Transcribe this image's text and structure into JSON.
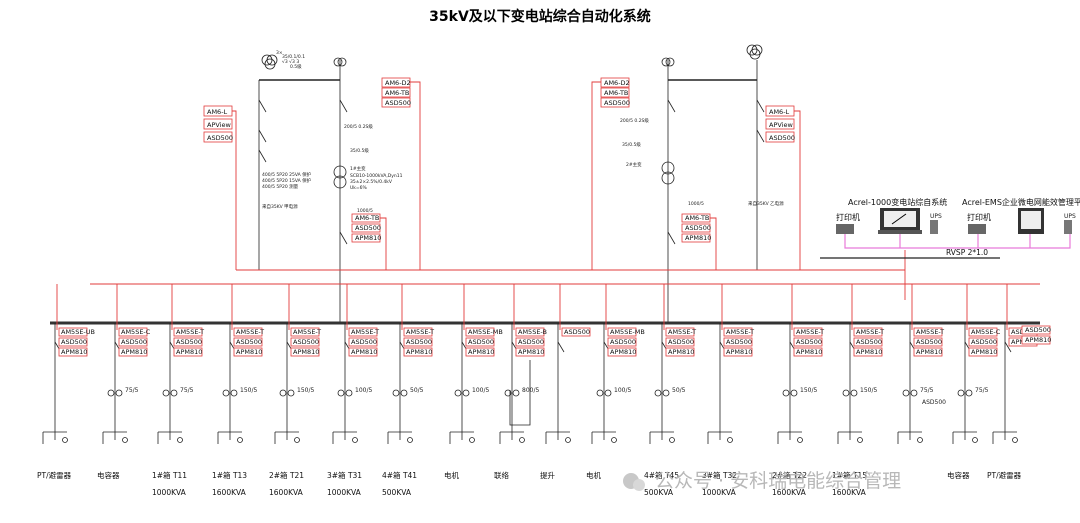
{
  "title": "35kV及以下变电站综合自动化系统",
  "incoming": {
    "left": {
      "source_label": "3×",
      "source_values": "35/0.1/0.1",
      "source_sub": "√3  √3  3",
      "source_class": "0.5级",
      "ct_label": "200/5 0.2S级",
      "pt_label": "35/0.5级",
      "transformer_name": "1#主变",
      "transformer_spec": "SCB10-1000kVA,Dyn11",
      "transformer_spec2": "35±2×2.5%/0.4kV",
      "transformer_spec3": "Uk=6%",
      "ct_out": "1000/5",
      "standby_label1": "400/5 5P20 25VA 保护",
      "standby_label2": "400/5 5P20 15VA 保护",
      "standby_label3": "400/5 5P20 测量",
      "standby_name": "来自35KV 甲电源",
      "meters_top": [
        "AM6-D2",
        "AM6-TB",
        "ASD500"
      ],
      "meters_side": [
        "AM6-L",
        "APView",
        "ASD500"
      ],
      "meters_out": [
        "AM6-TB",
        "ASD500",
        "APM810"
      ]
    },
    "right": {
      "transformer_name": "2#主变",
      "ct_label": "200/5 0.2S级",
      "pt_label": "35/0.5级",
      "ct_out": "1000/5",
      "standby_name": "来自35KV 乙电源",
      "meters_top": [
        "AM6-D2",
        "AM6-TB",
        "ASD500"
      ],
      "meters_side": [
        "AM6-L",
        "APView",
        "ASD500"
      ],
      "meters_out": [
        "AM6-TB",
        "ASD500",
        "APM810"
      ]
    }
  },
  "monitoring": {
    "system1": "Acrel-1000变电站综自系统",
    "system2": "Acrel-EMS企业微电网能效管理平台",
    "printer": "打印机",
    "ups": "UPS",
    "cable": "RVSP 2*1.0"
  },
  "feeders": [
    {
      "meters": [
        "AM5SE-UB",
        "ASD500",
        "APM810"
      ],
      "ct": "",
      "bottom": "PT/避雷器",
      "rating": ""
    },
    {
      "meters": [
        "AM5SE-C",
        "ASD500",
        "APM810"
      ],
      "ct": "75/5",
      "bottom": "电容器",
      "rating": ""
    },
    {
      "meters": [
        "AM5SE-T",
        "ASD500",
        "APM810"
      ],
      "ct": "75/5",
      "bottom": "1#箱 T11",
      "rating": "1000KVA"
    },
    {
      "meters": [
        "AM5SE-T",
        "ASD500",
        "APM810"
      ],
      "ct": "150/5",
      "bottom": "1#箱 T13",
      "rating": "1600KVA"
    },
    {
      "meters": [
        "AM5SE-T",
        "ASD500",
        "APM810"
      ],
      "ct": "150/5",
      "bottom": "2#箱 T21",
      "rating": "1600KVA"
    },
    {
      "meters": [
        "AM5SE-T",
        "ASD500",
        "APM810"
      ],
      "ct": "100/5",
      "bottom": "3#箱 T31",
      "rating": "1000KVA"
    },
    {
      "meters": [
        "AM5SE-T",
        "ASD500",
        "APM810"
      ],
      "ct": "50/5",
      "bottom": "4#箱 T41",
      "rating": "500KVA"
    },
    {
      "meters": [
        "AM5SE-MB",
        "ASD500",
        "APM810"
      ],
      "ct": "100/5",
      "bottom": "电机",
      "rating": ""
    },
    {
      "meters": [
        "AM5SE-B",
        "ASD500",
        "APM810"
      ],
      "ct": "800/5",
      "bottom": "联络",
      "rating": ""
    },
    {
      "meters": [
        "ASD500"
      ],
      "ct": "",
      "bottom": "提升",
      "rating": ""
    },
    {
      "meters": [
        "AM5SE-MB",
        "ASD500",
        "APM810"
      ],
      "ct": "100/5",
      "bottom": "电机",
      "rating": ""
    },
    {
      "meters": [
        "AM5SE-T",
        "ASD500",
        "APM810"
      ],
      "ct": "50/5",
      "bottom": "4#箱 T45",
      "rating": "500KVA"
    },
    {
      "meters": [
        "AM5SE-T",
        "ASD500",
        "APM810"
      ],
      "ct": "",
      "bottom": "3#箱 T32",
      "rating": "1000KVA"
    },
    {
      "meters": [
        "AM5SE-T",
        "ASD500",
        "APM810"
      ],
      "ct": "150/5",
      "bottom": "2#箱 T22",
      "rating": "1600KVA"
    },
    {
      "meters": [
        "AM5SE-T",
        "ASD500",
        "APM810"
      ],
      "ct": "150/5",
      "bottom": "1#箱 T15",
      "rating": "1600KVA"
    },
    {
      "meters": [
        "AM5SE-T",
        "ASD500",
        "APM810"
      ],
      "ct": "75/5",
      "bottom": "",
      "rating": ""
    },
    {
      "meters": [
        "AM5SE-C",
        "ASD500",
        "APM810"
      ],
      "ct": "75/5",
      "bottom": "电容器",
      "rating": ""
    },
    {
      "meters": [
        "ASD500",
        "APM810"
      ],
      "ct": "",
      "bottom": "PT/避雷器",
      "rating": ""
    }
  ],
  "misc": {
    "asd500_right": "ASD500"
  },
  "watermark": "公众号 · 安科瑞电能综合管理"
}
